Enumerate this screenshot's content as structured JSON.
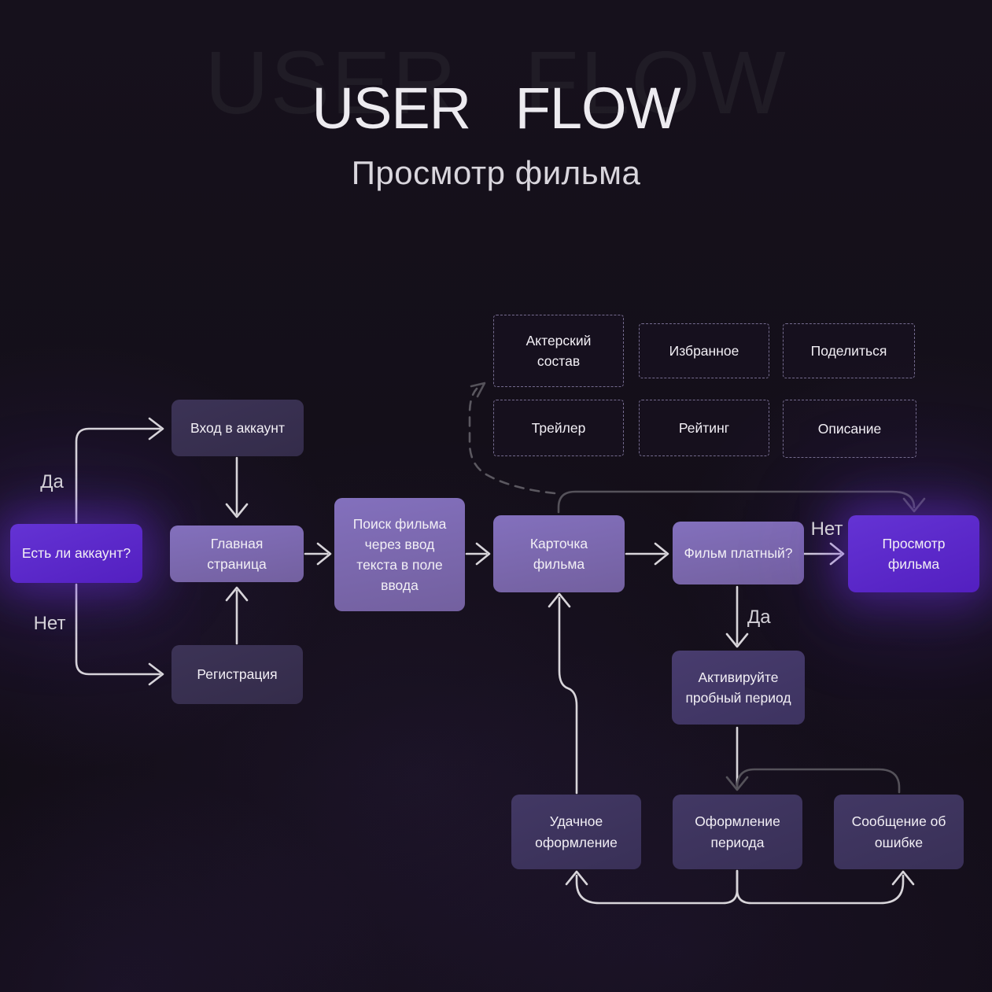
{
  "header": {
    "ghost_title": "USER FLOW",
    "title": "USER FLOW",
    "subtitle": "Просмотр фильма"
  },
  "nodes": {
    "account_question": {
      "label": "Есть ли аккаунт?"
    },
    "login": {
      "label": "Вход в аккаунт"
    },
    "home": {
      "label": "Главная страница"
    },
    "signup": {
      "label": "Регистрация"
    },
    "search": {
      "label": "Поиск фильма через ввод текста в поле ввода"
    },
    "movie_card": {
      "label": "Карточка фильма"
    },
    "is_paid": {
      "label": "Фильм платный?"
    },
    "watch": {
      "label": "Просмотр фильма"
    },
    "trial": {
      "label": "Активируйте пробный период"
    },
    "success": {
      "label": "Удачное оформление"
    },
    "checkout": {
      "label": "Оформление периода"
    },
    "error": {
      "label": "Сообщение об ошибке"
    },
    "cast": {
      "label": "Актерский состав"
    },
    "favorites": {
      "label": "Избранное"
    },
    "share": {
      "label": "Поделиться"
    },
    "trailer": {
      "label": "Трейлер"
    },
    "rating": {
      "label": "Рейтинг"
    },
    "description": {
      "label": "Описание"
    }
  },
  "edge_labels": {
    "left_yes": "Да",
    "left_no": "Нет",
    "paid_no": "Нет",
    "paid_yes": "Да"
  },
  "colors": {
    "background": "#140f19",
    "accent_bright": "#5e2bc9",
    "node_mid": "#7a66b2",
    "node_dark": "#3a3152",
    "node_deep": "#3f3560",
    "node_trial": "#453a66",
    "dashed_border": "#746b8e",
    "edge_light": "#d8d5da",
    "edge_dark": "#55525a",
    "text": "#f2eff5"
  }
}
